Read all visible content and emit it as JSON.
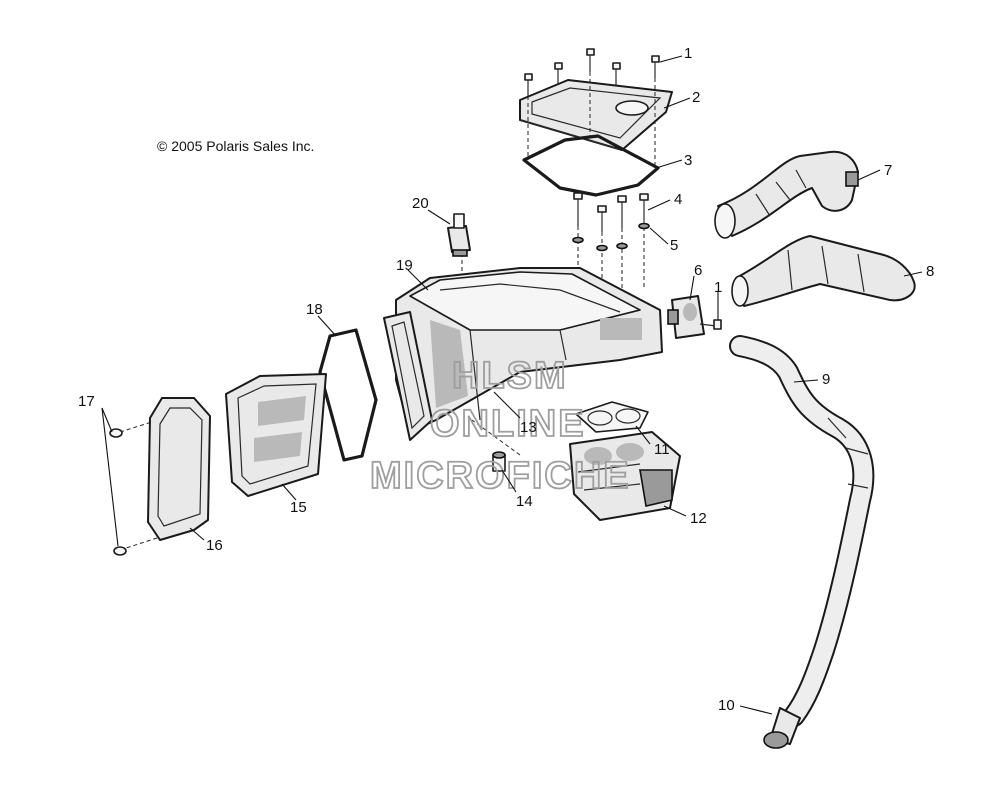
{
  "copyright": "© 2005 Polaris Sales Inc.",
  "watermark": {
    "line1": "HLSM",
    "line2": "ONLINE",
    "line3": "MICROFICHE"
  },
  "callouts": {
    "c1a": "1",
    "c1b": "1",
    "c2": "2",
    "c3": "3",
    "c4": "4",
    "c5": "5",
    "c6": "6",
    "c7": "7",
    "c8": "8",
    "c9": "9",
    "c10": "10",
    "c11": "11",
    "c12": "12",
    "c13": "13",
    "c14": "14",
    "c15": "15",
    "c16": "16",
    "c17": "17",
    "c18": "18",
    "c19": "19",
    "c20": "20"
  },
  "colors": {
    "line": "#1a1a1a",
    "fill": "#e9e9e9",
    "watermark": "#9e9e9e"
  }
}
